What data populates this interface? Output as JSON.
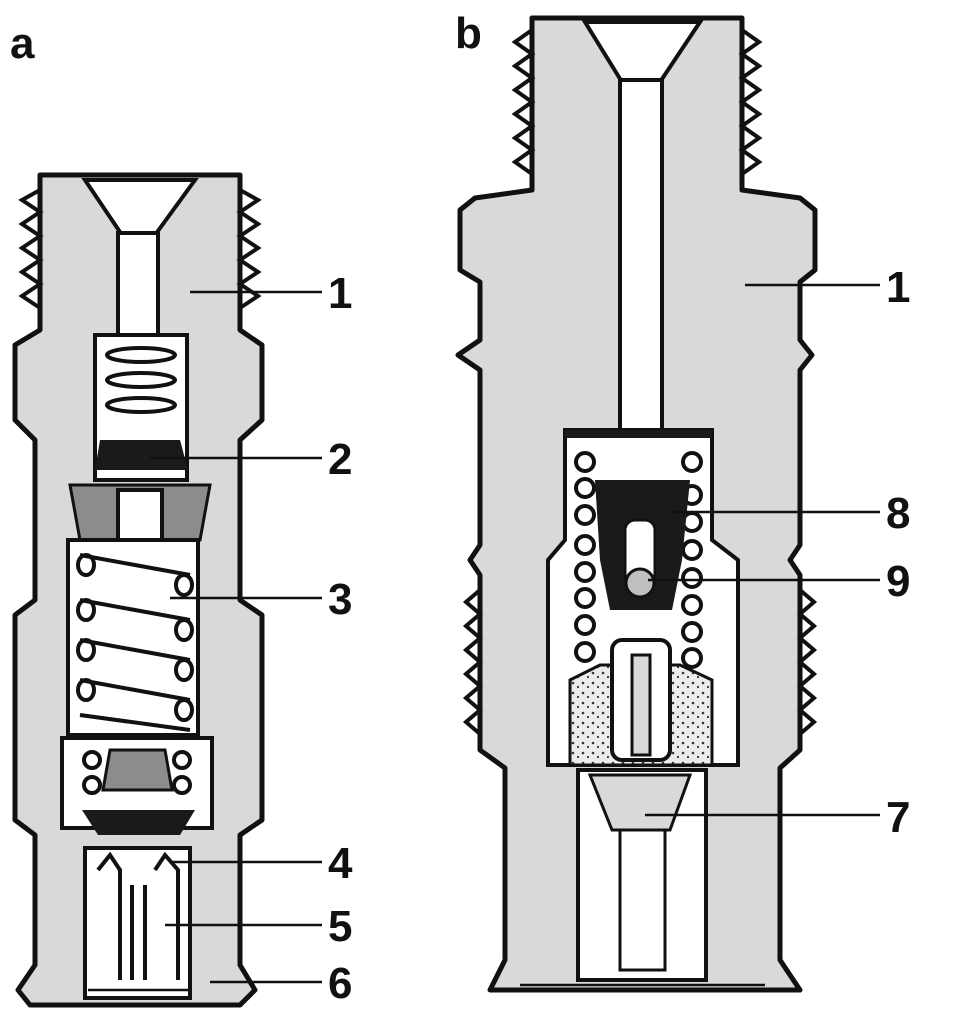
{
  "panels": [
    {
      "id": "a",
      "label": "a",
      "callouts": [
        "1",
        "2",
        "3",
        "4",
        "5",
        "6"
      ]
    },
    {
      "id": "b",
      "label": "b",
      "callouts": [
        "1",
        "8",
        "9",
        "7"
      ]
    }
  ],
  "colors": {
    "body": "#d9d9d9",
    "outline": "#111111",
    "cavity": "#ffffff",
    "dark_part": "#1a1a1a"
  }
}
